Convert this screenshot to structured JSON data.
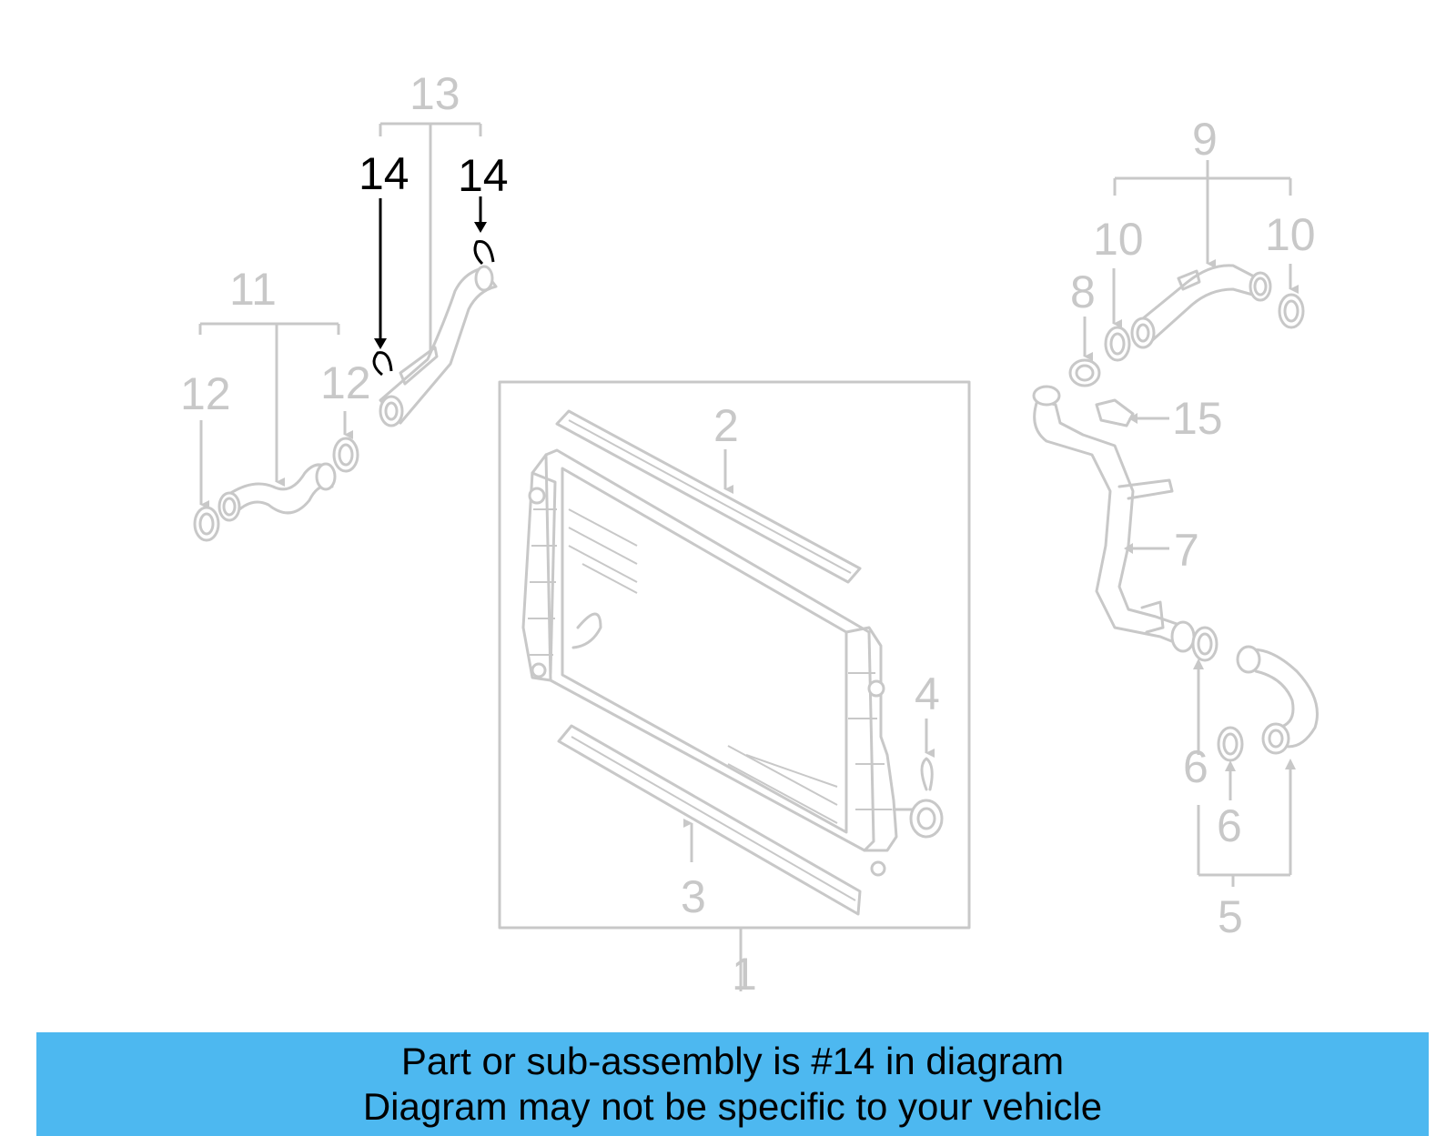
{
  "diagram": {
    "callouts": {
      "c1": "1",
      "c2": "2",
      "c3": "3",
      "c4": "4",
      "c5": "5",
      "c6a": "6",
      "c6b": "6",
      "c7": "7",
      "c8": "8",
      "c9": "9",
      "c10a": "10",
      "c10b": "10",
      "c11": "11",
      "c12a": "12",
      "c12b": "12",
      "c13": "13",
      "c14a": "14",
      "c14b": "14",
      "c15": "15"
    },
    "highlight_part": "14",
    "colors": {
      "part_gray": "#c8c8c8",
      "highlight": "#000000",
      "banner": "#4db8f0"
    }
  },
  "banner": {
    "line1": "Part or sub-assembly is #14 in diagram",
    "line2": "Diagram may not be specific to your vehicle"
  }
}
